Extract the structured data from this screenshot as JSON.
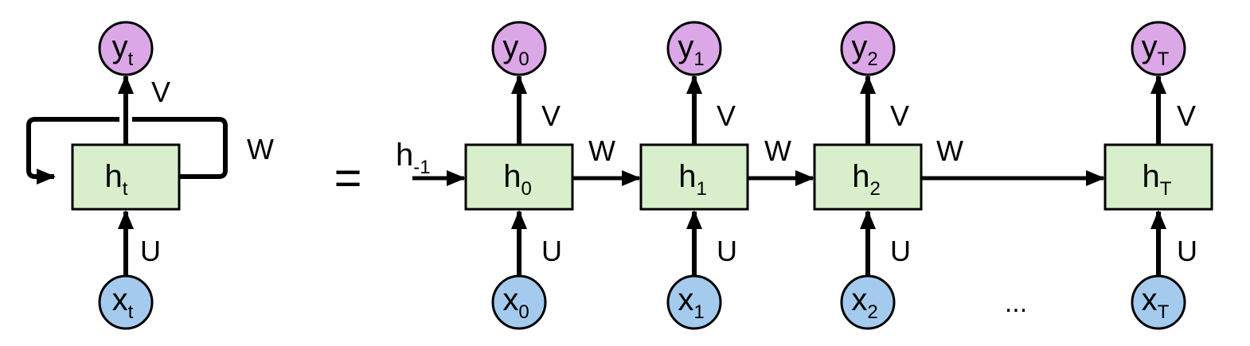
{
  "colors": {
    "hidden_fill": "#d9efcc",
    "input_fill": "#a4cbee",
    "output_fill": "#dba7e7",
    "stroke": "#000000"
  },
  "folded": {
    "hidden": {
      "base": "h",
      "sub": "t"
    },
    "input": {
      "base": "x",
      "sub": "t"
    },
    "output": {
      "base": "y",
      "sub": "t"
    },
    "U": "U",
    "V": "V",
    "W": "W"
  },
  "equals": "=",
  "initial_state": {
    "base": "h",
    "sub": "-1"
  },
  "unrolled": {
    "steps": [
      {
        "hidden": {
          "base": "h",
          "sub": "0"
        },
        "input": {
          "base": "x",
          "sub": "0"
        },
        "output": {
          "base": "y",
          "sub": "0"
        },
        "U": "U",
        "V": "V"
      },
      {
        "hidden": {
          "base": "h",
          "sub": "1"
        },
        "input": {
          "base": "x",
          "sub": "1"
        },
        "output": {
          "base": "y",
          "sub": "1"
        },
        "U": "U",
        "V": "V"
      },
      {
        "hidden": {
          "base": "h",
          "sub": "2"
        },
        "input": {
          "base": "x",
          "sub": "2"
        },
        "output": {
          "base": "y",
          "sub": "2"
        },
        "U": "U",
        "V": "V"
      },
      {
        "hidden": {
          "base": "h",
          "sub": "T"
        },
        "input": {
          "base": "x",
          "sub": "T"
        },
        "output": {
          "base": "y",
          "sub": "T"
        },
        "U": "U",
        "V": "V"
      }
    ],
    "W_labels": [
      "W",
      "W",
      "W"
    ],
    "ellipsis": "..."
  }
}
